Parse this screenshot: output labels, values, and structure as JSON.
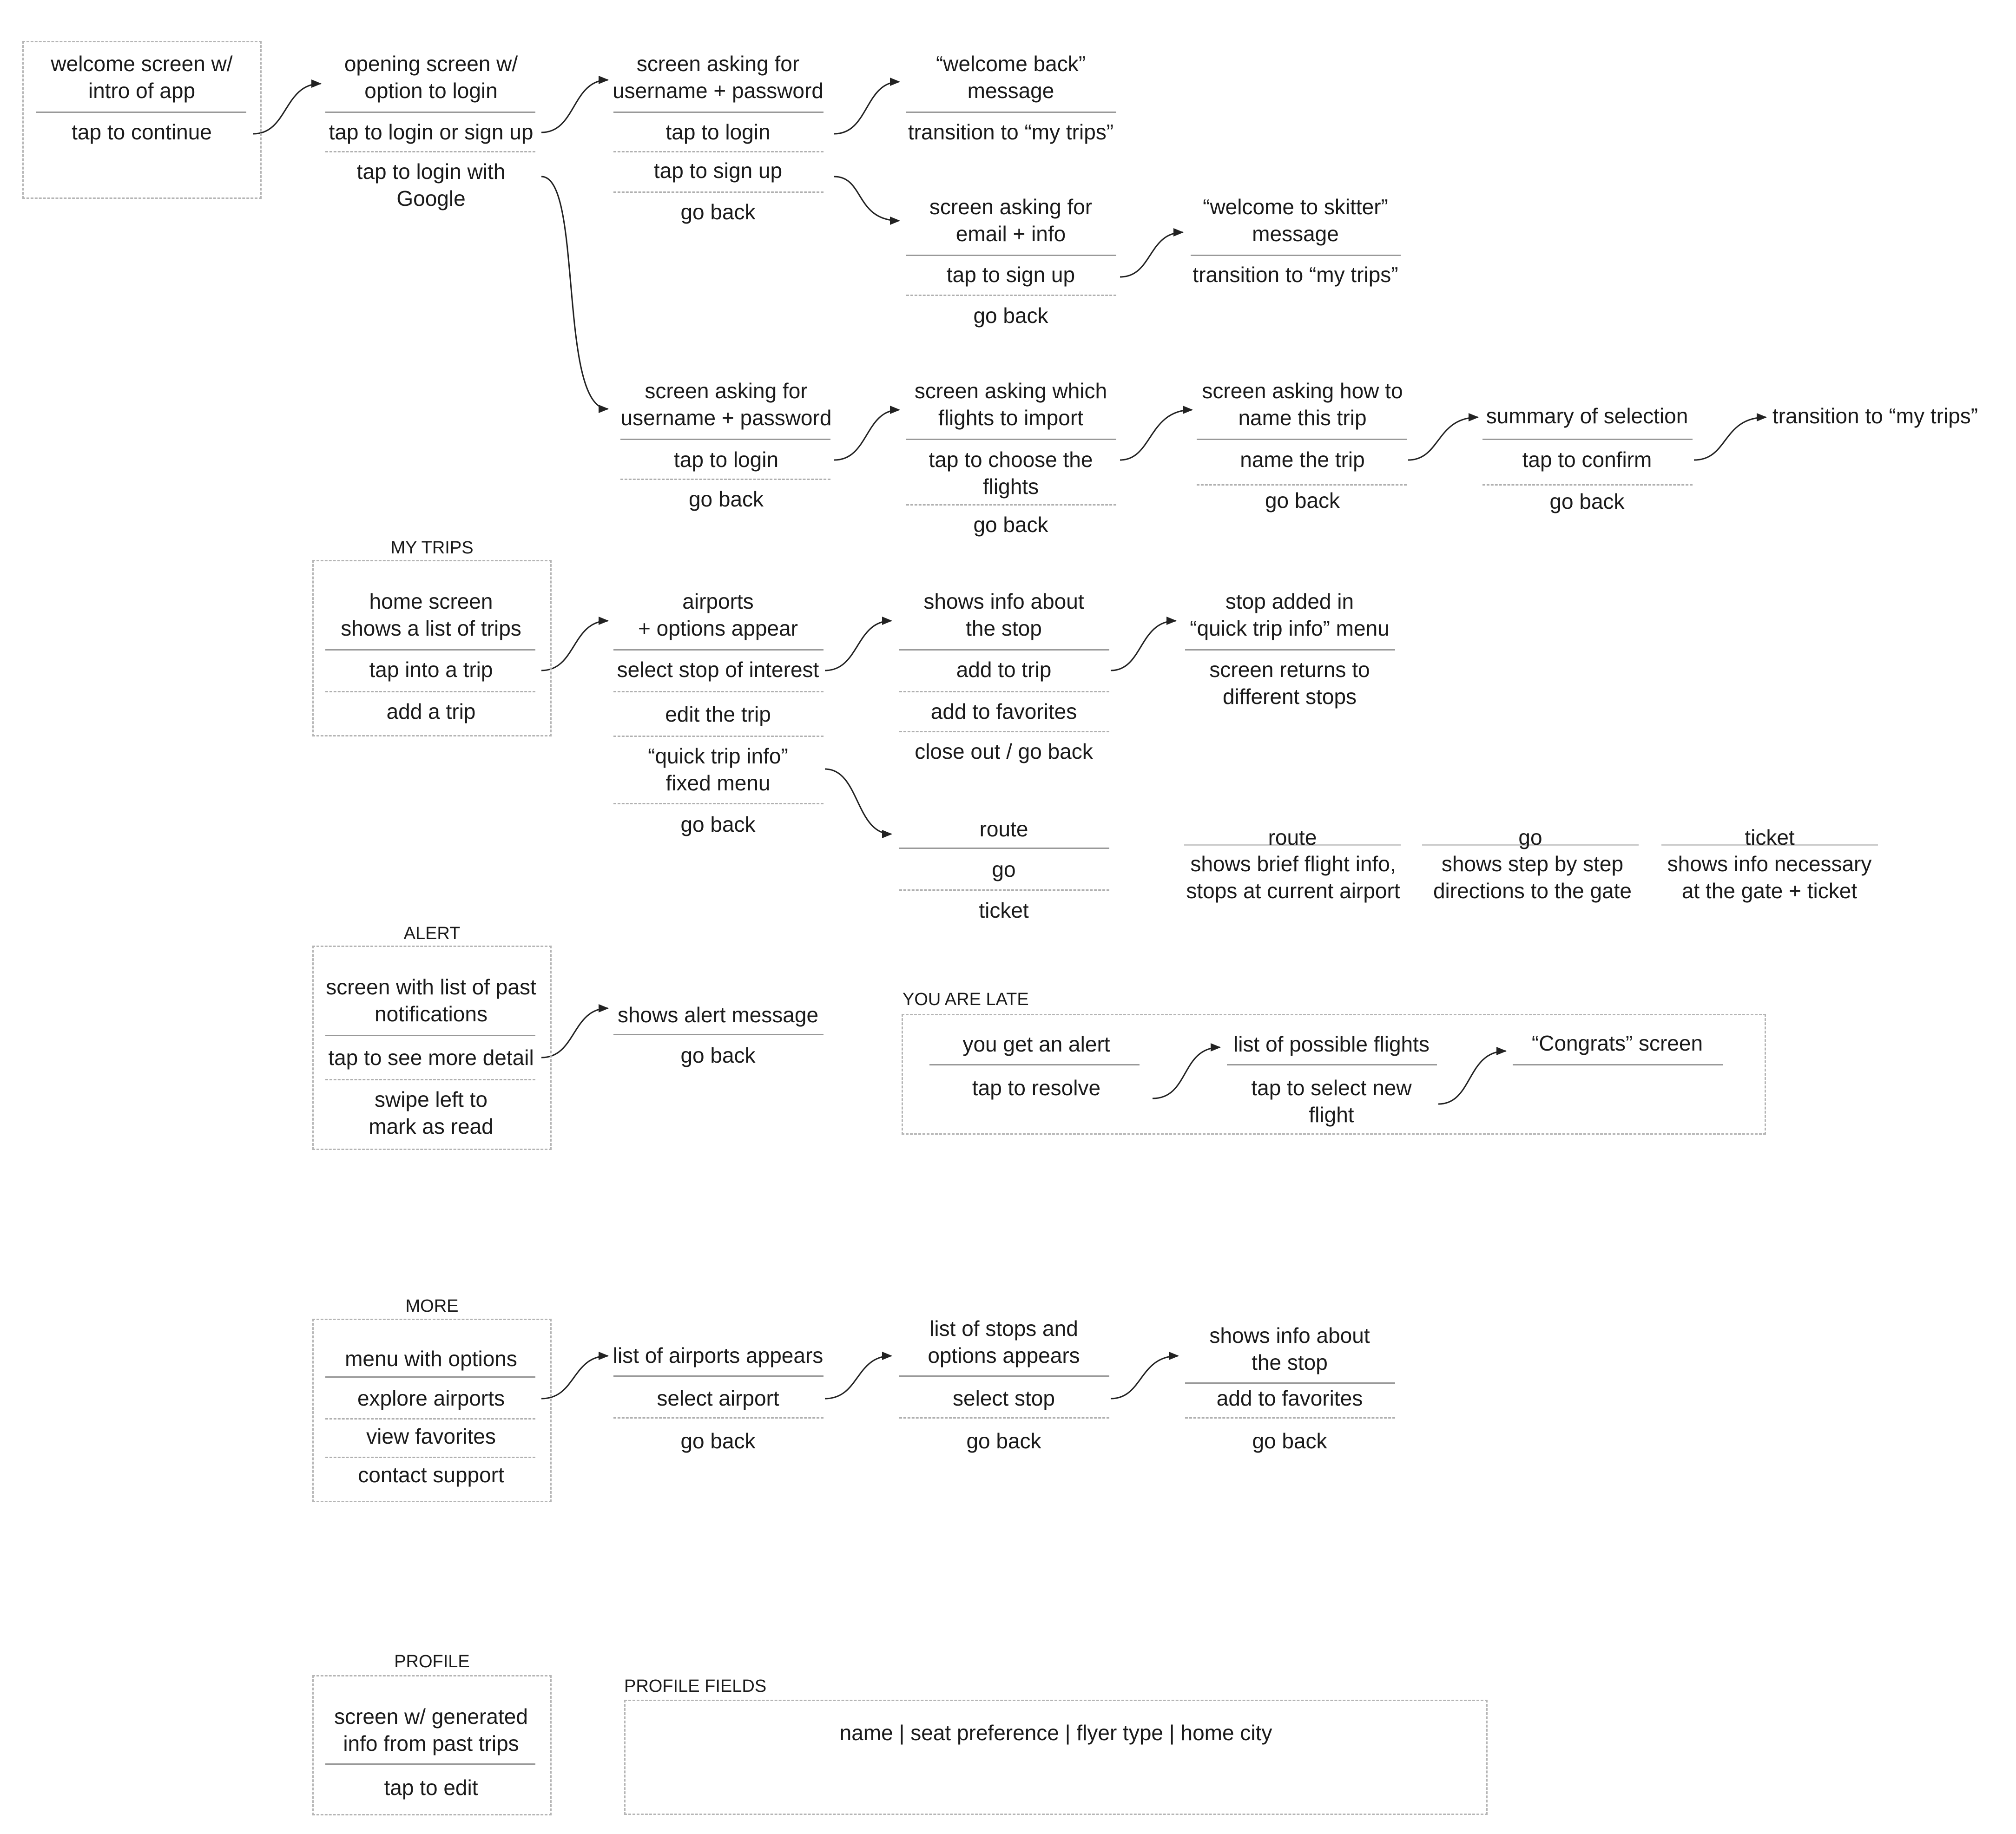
{
  "start": {
    "welcome": "welcome screen w/\nintro of app",
    "continue": "tap to continue"
  },
  "login": {
    "opening": "opening screen w/\noption to login",
    "login_or_signup": "tap to login or sign up",
    "google": "tap to login with\nGoogle",
    "ask_credentials": "screen asking for\nusername + password",
    "tap_login": "tap to login",
    "tap_signup": "tap to sign up",
    "go_back": "go back",
    "welcome_back": "“welcome back”\nmessage",
    "transition_my_trips": "transition to “my trips”",
    "ask_email": "screen asking for\nemail + info",
    "welcome_skitter": "“welcome to skitter”\nmessage",
    "ask_flights": "screen asking which\nflights to import",
    "choose_flights": "tap to choose the\nflights",
    "ask_name": "screen asking how to\nname this trip",
    "name_trip": "name the trip",
    "summary": "summary of selection",
    "confirm": "tap to confirm"
  },
  "my_trips": {
    "title": "MY TRIPS",
    "home": "home screen\nshows a list of trips",
    "tap_trip": "tap into a trip",
    "add_trip": "add a trip",
    "airports": "airports\n+ options appear",
    "select_stop": "select stop of interest",
    "edit_trip": "edit the trip",
    "quick_info": "“quick trip info”\nfixed menu",
    "go_back": "go back",
    "stop_info": "shows info about\nthe stop",
    "add_to_trip": "add to trip",
    "add_fav": "add to favorites",
    "close_out": "close out / go back",
    "stop_added": "stop added in\n“quick trip info” menu",
    "returns": "screen returns to\ndifferent stops",
    "route": "route",
    "go": "go",
    "ticket": "ticket",
    "route_desc": "shows brief flight info,\nstops at current airport",
    "go_desc": "shows step by step\ndirections to the gate",
    "ticket_desc": "shows info necessary\nat the gate + ticket"
  },
  "alert": {
    "title": "ALERT",
    "list": "screen with list of past\nnotifications",
    "detail": "tap to see more detail",
    "swipe": "swipe left to\nmark as read",
    "message": "shows alert message",
    "go_back": "go back"
  },
  "late": {
    "title": "YOU ARE LATE",
    "get_alert": "you get an alert",
    "resolve": "tap to resolve",
    "flights": "list of possible flights",
    "select_new": "tap to select new\nflight",
    "congrats": "“Congrats” screen"
  },
  "more": {
    "title": "MORE",
    "menu": "menu with options",
    "explore": "explore airports",
    "favorites": "view favorites",
    "support": "contact support",
    "airports_list": "list of airports appears",
    "select_airport": "select airport",
    "stops_list": "list of stops and\noptions appears",
    "select_stop": "select stop",
    "stop_info": "shows info about\nthe stop",
    "add_fav": "add to favorites",
    "go_back": "go back"
  },
  "profile": {
    "title": "PROFILE",
    "screen": "screen w/ generated\ninfo from past trips",
    "edit": "tap to edit",
    "fields_title": "PROFILE FIELDS",
    "fields": "name | seat preference | flyer type | home city"
  }
}
